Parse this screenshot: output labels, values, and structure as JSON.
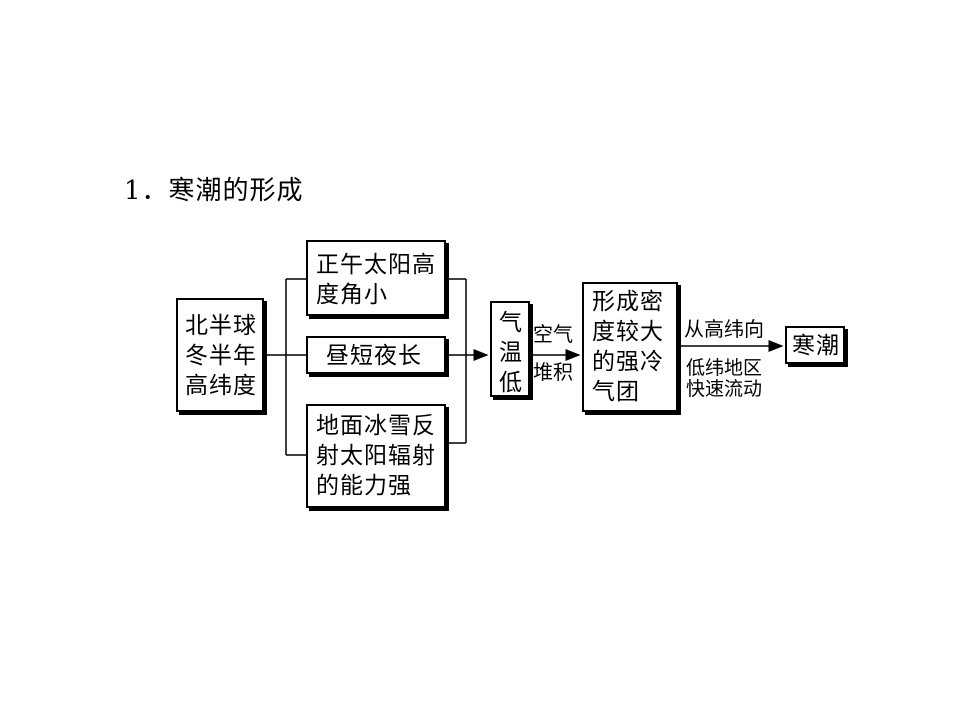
{
  "title": "1．寒潮的形成",
  "source_box": {
    "lines": [
      "北半球",
      "冬半年",
      "高纬度"
    ]
  },
  "causes": [
    {
      "lines": [
        "正午太阳高",
        "度角小"
      ]
    },
    {
      "lines": [
        "昼短夜长"
      ]
    },
    {
      "lines": [
        "地面冰雪反",
        "射太阳辐射",
        "的能力强"
      ]
    }
  ],
  "temp_box": {
    "lines": [
      "气",
      "温",
      "低"
    ]
  },
  "arrow1_labels": {
    "top": "空气",
    "bottom": "堆积"
  },
  "airmass_box": {
    "lines": [
      "形成密",
      "度较大",
      "的强冷",
      "气团"
    ]
  },
  "arrow2_labels": {
    "top": "从高纬向",
    "bottom1": "低纬地区",
    "bottom2": "快速流动"
  },
  "result_box": {
    "text": "寒潮"
  }
}
